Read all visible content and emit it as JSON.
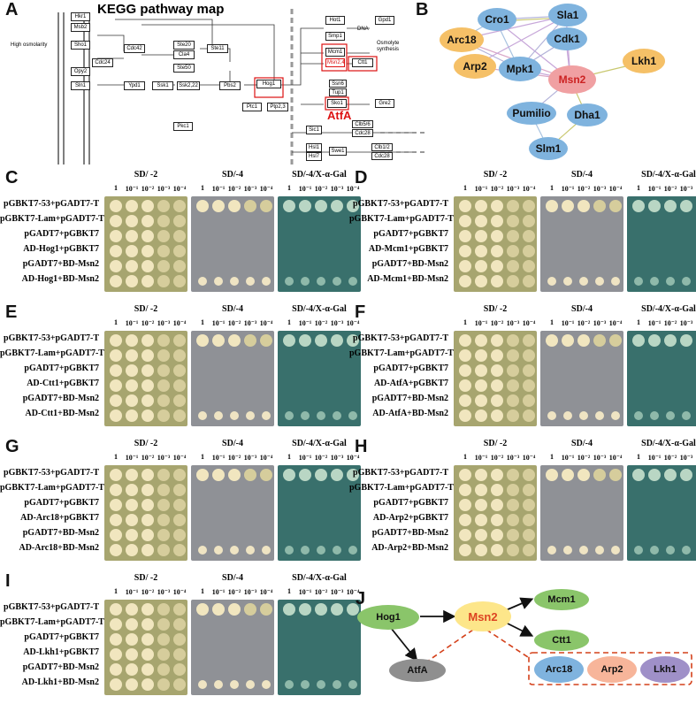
{
  "panel_A": {
    "letter": "A",
    "title": "KEGG pathway map",
    "stimulus": "High osmolarity",
    "osmolyte_label": "Osmolyte synthesis",
    "dna_label": "DNA",
    "highlight": "AtfA",
    "highlight_color": "#d11111",
    "nodes": [
      "Hkr1",
      "Msb2",
      "Sho1",
      "Opy2",
      "Sln1",
      "Ypd1",
      "Ssk1",
      "Ssk2,22",
      "Cdc42",
      "Ste20",
      "Cla4",
      "Ste11",
      "Ste50",
      "Cdc24",
      "Pbs2",
      "Hog1",
      "Ptc1",
      "Ptp2,3",
      "Hot1",
      "Smp1",
      "Mcm1",
      "Msn2,4",
      "Sko1",
      "Gpd1",
      "Ctt1",
      "Gre2",
      "Ssn6",
      "Tup1",
      "Sic1",
      "Clb5/6",
      "Cdc28",
      "Hsl1",
      "Swe1",
      "Hsl7",
      "Clb1/2",
      "Cdc28",
      "Pkc1"
    ]
  },
  "panel_B": {
    "letter": "B",
    "nodes": [
      {
        "label": "Cro1",
        "kind": "blue"
      },
      {
        "label": "Sla1",
        "kind": "blue"
      },
      {
        "label": "Arc18",
        "kind": "orange"
      },
      {
        "label": "Cdk1",
        "kind": "blue"
      },
      {
        "label": "Arp2",
        "kind": "orange"
      },
      {
        "label": "Mpk1",
        "kind": "blue"
      },
      {
        "label": "Msn2",
        "kind": "red"
      },
      {
        "label": "Lkh1",
        "kind": "orange"
      },
      {
        "label": "Pumilio",
        "kind": "blue"
      },
      {
        "label": "Dha1",
        "kind": "blue"
      },
      {
        "label": "Slm1",
        "kind": "blue"
      }
    ]
  },
  "yeast_two_hybrid": {
    "columns": [
      "SD/ -2",
      "SD/-4",
      "SD/-4/X-α-Gal"
    ],
    "dilutions": [
      "1",
      "10⁻¹",
      "10⁻²",
      "10⁻³",
      "10⁻⁴"
    ],
    "panels": [
      {
        "letter": "C",
        "rows": [
          "pGBKT7-53+pGADT7-T",
          "pGBKT7-Lam+pGADT7-T",
          "pGADT7+pGBKT7",
          "AD-Hog1+pGBKT7",
          "pGADT7+BD-Msn2",
          "AD-Hog1+BD-Msn2"
        ]
      },
      {
        "letter": "D",
        "rows": [
          "pGBKT7-53+pGADT7-T",
          "pGBKT7-Lam+pGADT7-T",
          "pGADT7+pGBKT7",
          "AD-Mcm1+pGBKT7",
          "pGADT7+BD-Msn2",
          "AD-Mcm1+BD-Msn2"
        ]
      },
      {
        "letter": "E",
        "rows": [
          "pGBKT7-53+pGADT7-T",
          "pGBKT7-Lam+pGADT7-T",
          "pGADT7+pGBKT7",
          "AD-Ctt1+pGBKT7",
          "pGADT7+BD-Msn2",
          "AD-Ctt1+BD-Msn2"
        ]
      },
      {
        "letter": "F",
        "rows": [
          "pGBKT7-53+pGADT7-T",
          "pGBKT7-Lam+pGADT7-T",
          "pGADT7+pGBKT7",
          "AD-AtfA+pGBKT7",
          "pGADT7+BD-Msn2",
          "AD-AtfA+BD-Msn2"
        ]
      },
      {
        "letter": "G",
        "rows": [
          "pGBKT7-53+pGADT7-T",
          "pGBKT7-Lam+pGADT7-T",
          "pGADT7+pGBKT7",
          "AD-Arc18+pGBKT7",
          "pGADT7+BD-Msn2",
          "AD-Arc18+BD-Msn2"
        ]
      },
      {
        "letter": "H",
        "rows": [
          "pGBKT7-53+pGADT7-T",
          "pGBKT7-Lam+pGADT7-T",
          "pGADT7+pGBKT7",
          "AD-Arp2+pGBKT7",
          "pGADT7+BD-Msn2",
          "AD-Arp2+BD-Msn2"
        ]
      },
      {
        "letter": "I",
        "rows": [
          "pGBKT7-53+pGADT7-T",
          "pGBKT7-Lam+pGADT7-T",
          "pGADT7+pGBKT7",
          "AD-Lkh1+pGBKT7",
          "pGADT7+BD-Msn2",
          "AD-Lkh1+BD-Msn2"
        ]
      }
    ]
  },
  "panel_J": {
    "letter": "J",
    "nodes": {
      "hog1": "Hog1",
      "msn2": "Msn2",
      "mcm1": "Mcm1",
      "ctt1": "Ctt1",
      "atfa": "AtfA",
      "arc18": "Arc18",
      "arp2": "Arp2",
      "lkh1": "Lkh1"
    },
    "colors": {
      "activation": "#111111",
      "interaction": "#d4401a"
    }
  }
}
